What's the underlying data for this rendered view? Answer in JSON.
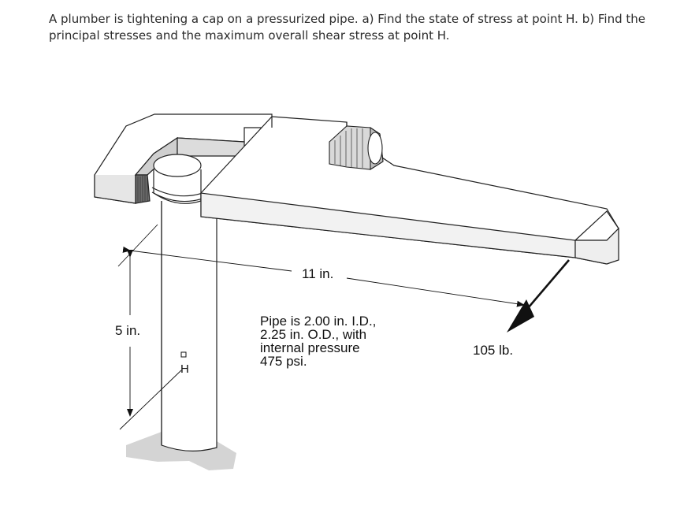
{
  "problem": {
    "text": "A plumber is tightening a cap on a pressurized pipe. a) Find the state of stress at point H. b) Find the principal stresses and the maximum overall shear stress at point H."
  },
  "figure": {
    "dim_length": "11 in.",
    "dim_height": "5 in.",
    "force_label": "105 lb.",
    "point_label": "H",
    "pipe_note": [
      "Pipe is 2.00 in. I.D.,",
      "2.25 in. O.D., with",
      "internal pressure",
      "475 psi."
    ]
  }
}
